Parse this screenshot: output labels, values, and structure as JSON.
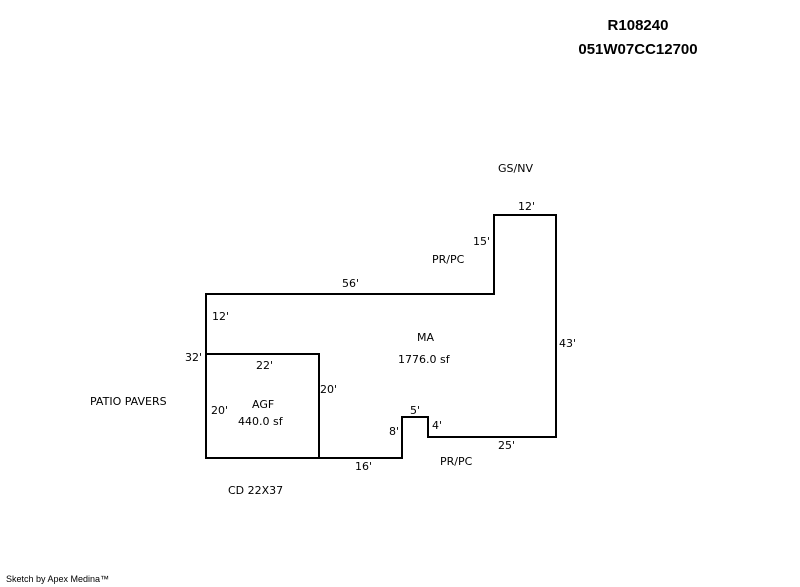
{
  "header": {
    "account_id": "R108240",
    "map_number": "051W07CC12700"
  },
  "areas": {
    "main": {
      "code": "MA",
      "area": "1776.0 sf"
    },
    "garage": {
      "code": "AGF",
      "area": "440.0 sf"
    }
  },
  "labels": {
    "gs_nv": "GS/NV",
    "pr_pc_top": "PR/PC",
    "pr_pc_bottom": "PR/PC",
    "patio": "PATIO PAVERS",
    "deck": "CD 22X37"
  },
  "dimensions": {
    "top_56": "56'",
    "top_12": "12'",
    "left_15": "15'",
    "right_43": "43'",
    "bottom_25": "25'",
    "notch_4": "4'",
    "notch_5": "5'",
    "notch_8": "8'",
    "bottom_16": "16'",
    "left_32": "32'",
    "left_12": "12'",
    "garage_22": "22'",
    "garage_20_right": "20'",
    "garage_20_left": "20'"
  },
  "footer": {
    "credit": "Sketch by Apex Medina™"
  }
}
